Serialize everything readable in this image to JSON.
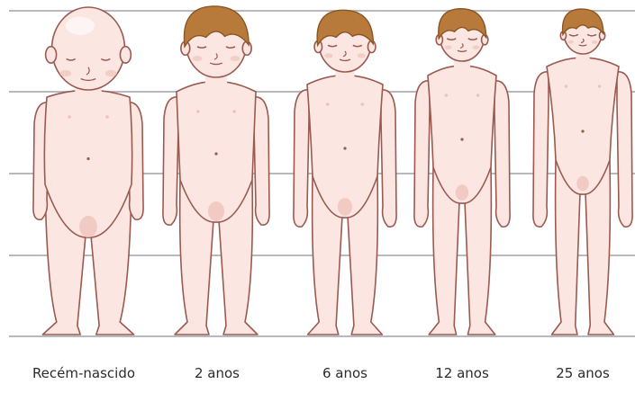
{
  "figures": [
    {
      "id": "newborn",
      "label": "Recém-nascido",
      "hair": "none"
    },
    {
      "id": "age-2",
      "label": "2 anos",
      "hair": "brown"
    },
    {
      "id": "age-6",
      "label": "6 anos",
      "hair": "brown"
    },
    {
      "id": "age-12",
      "label": "12 anos",
      "hair": "brown"
    },
    {
      "id": "age-25",
      "label": "25 anos",
      "hair": "brown"
    }
  ],
  "colors": {
    "skin": "#fbe6e2",
    "skin_shade": "#efc3bc",
    "outline": "#9a5a50",
    "hair": "#b77a3a",
    "hair_shade": "#8a5424",
    "guide_line": "#b9b9bd",
    "text": "#2b2b2b"
  }
}
